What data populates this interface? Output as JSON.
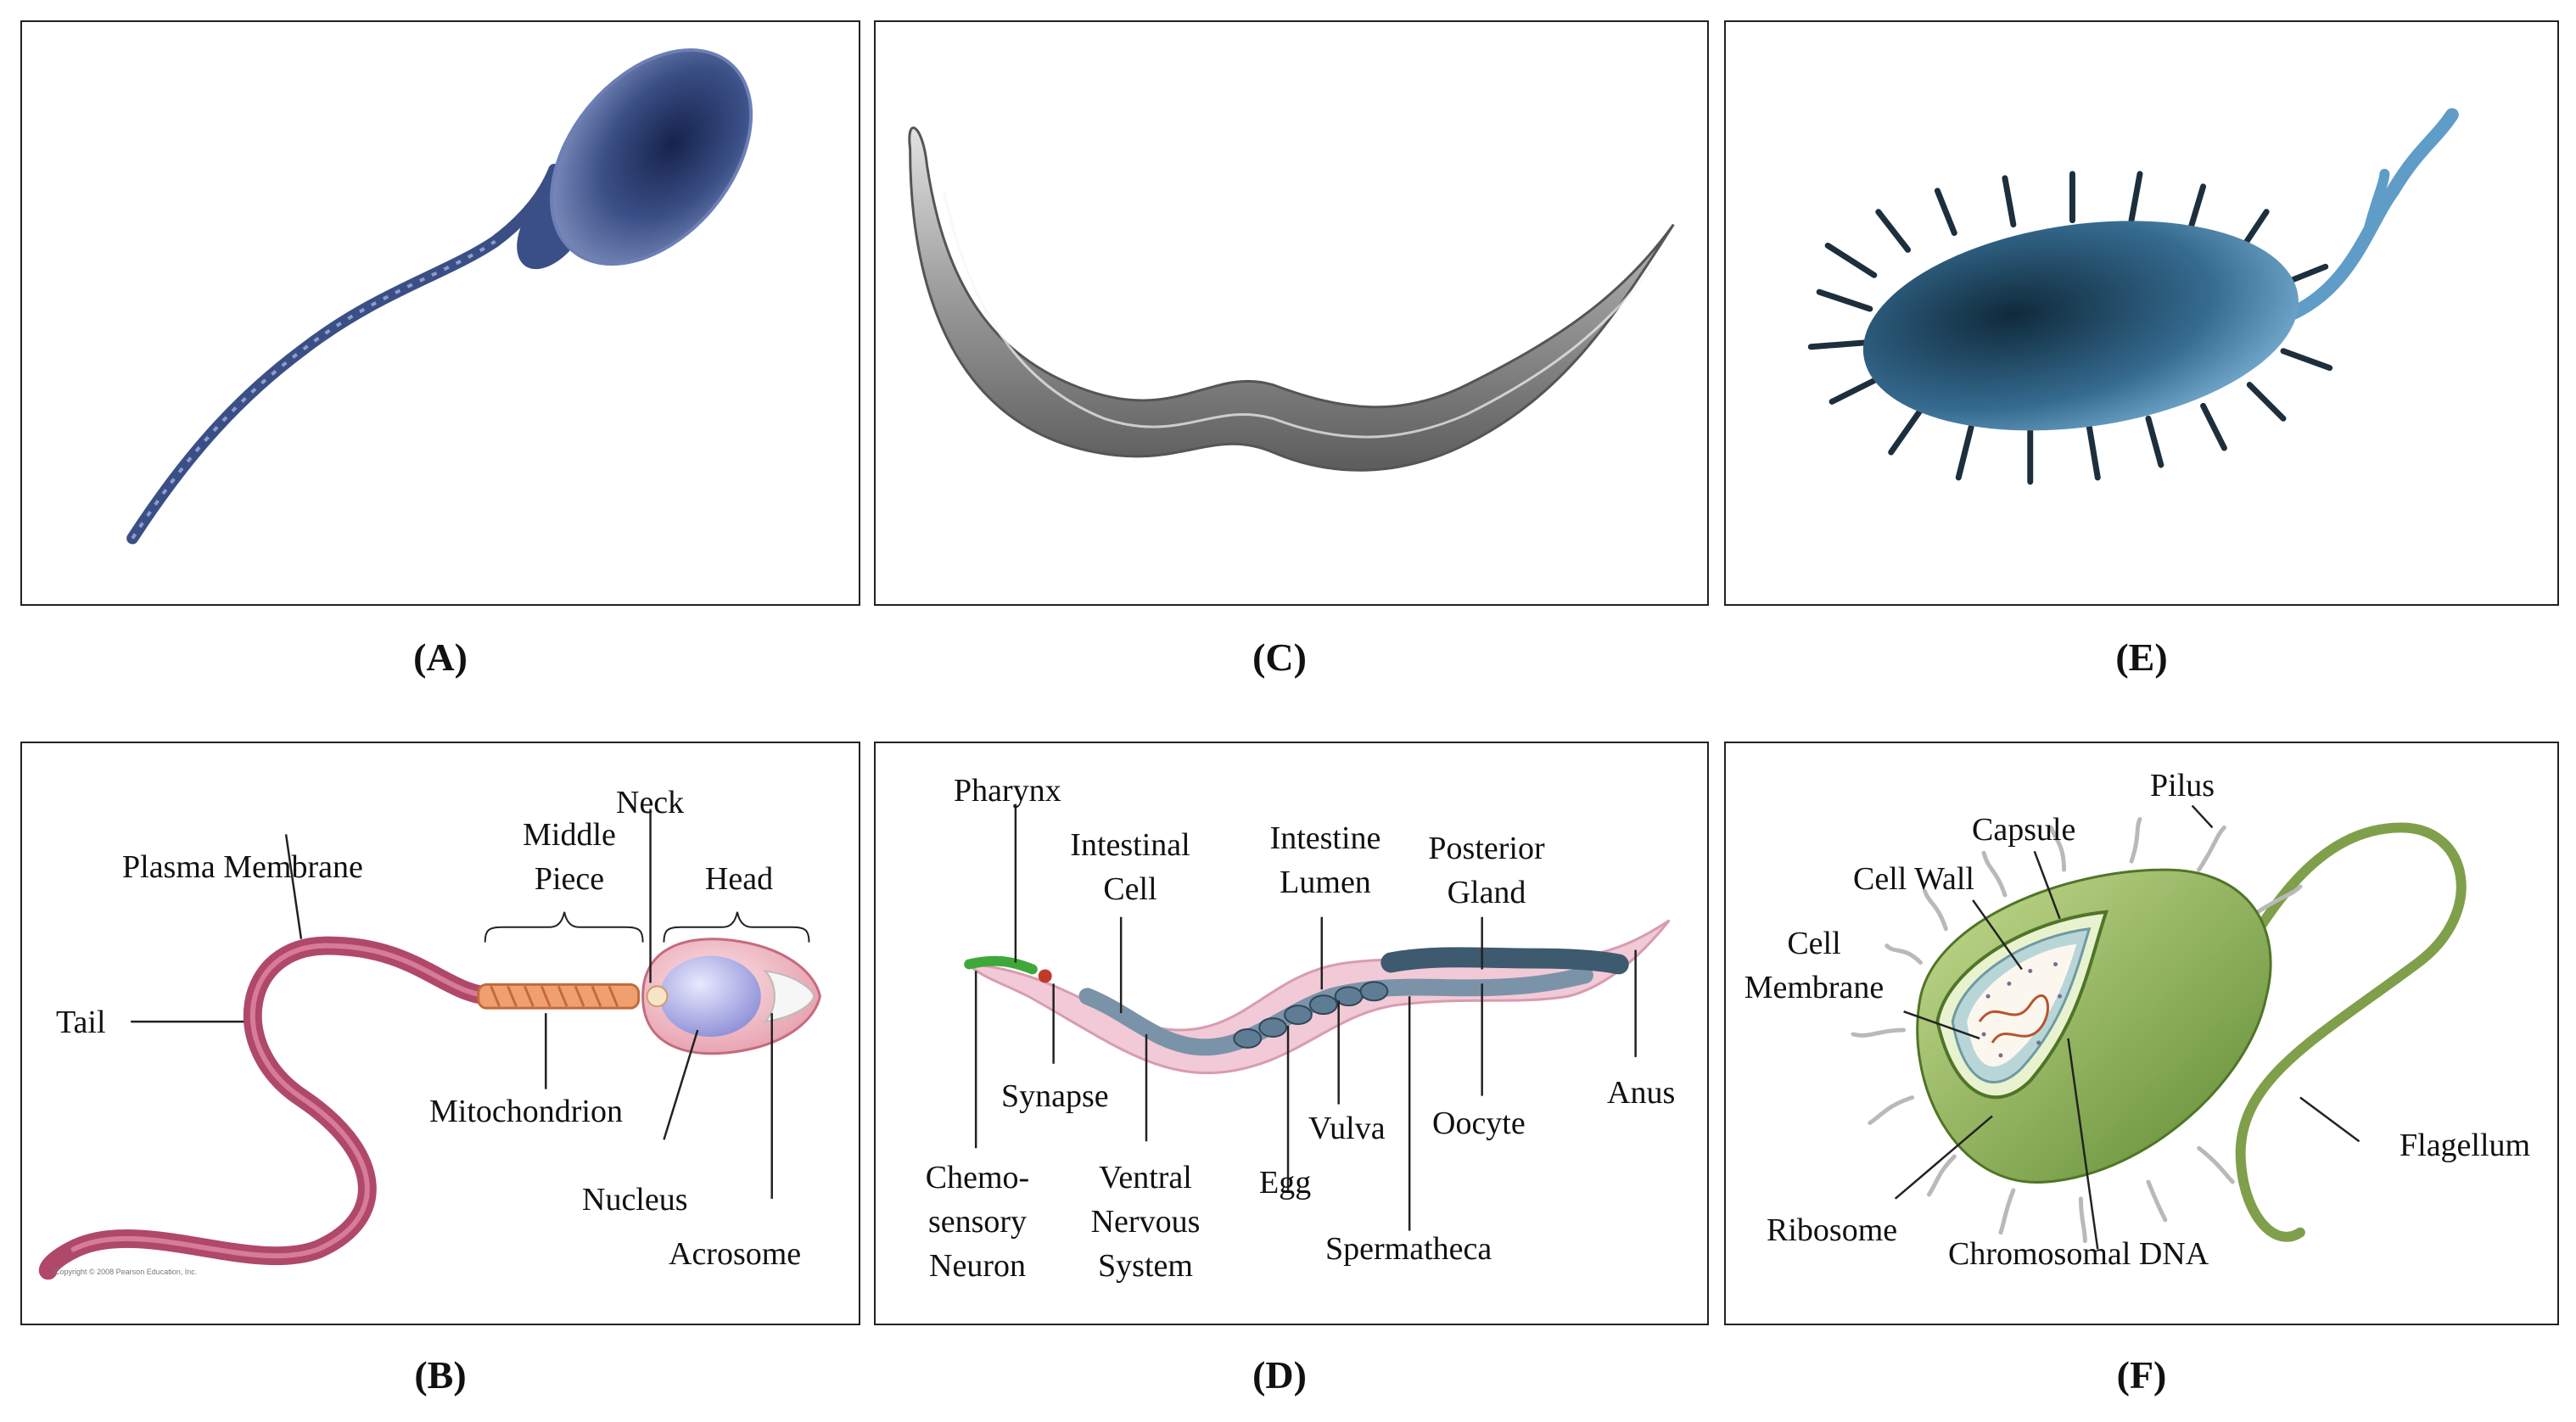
{
  "captions": {
    "a": "(A)",
    "b": "(B)",
    "c": "(C)",
    "d": "(D)",
    "e": "(E)",
    "f": "(F)"
  },
  "panel_b": {
    "labels": {
      "neck": "Neck",
      "middle_piece": "Middle\nPiece",
      "head": "Head",
      "plasma_membrane": "Plasma Membrane",
      "tail": "Tail",
      "mitochondrion": "Mitochondrion",
      "nucleus": "Nucleus",
      "acrosome": "Acrosome"
    },
    "copyright": "Copyright © 2008 Pearson Education, Inc."
  },
  "panel_d": {
    "labels": {
      "pharynx": "Pharynx",
      "intestinal_cell": "Intestinal\nCell",
      "intestine_lumen": "Intestine\nLumen",
      "posterior_gland": "Posterior\nGland",
      "synapse": "Synapse",
      "chemosensory_neuron": "Chemo-\nsensory\nNeuron",
      "ventral_nervous_system": "Ventral\nNervous\nSystem",
      "egg": "Egg",
      "vulva": "Vulva",
      "oocyte": "Oocyte",
      "anus": "Anus",
      "spermatheca": "Spermatheca"
    }
  },
  "panel_f": {
    "labels": {
      "pilus": "Pilus",
      "capsule": "Capsule",
      "cell_wall": "Cell Wall",
      "cell_membrane": "Cell\nMembrane",
      "flagellum": "Flagellum",
      "ribosome": "Ribosome",
      "chromosomal_dna": "Chromosomal DNA"
    }
  },
  "colors": {
    "sperm_photo": "#3a4f86",
    "worm_photo": "#8a8a8a",
    "bacterium_photo": "#4a7fa8",
    "sperm_diagram_tail": "#b0486a",
    "bacterium_diagram": "#8aab52"
  }
}
